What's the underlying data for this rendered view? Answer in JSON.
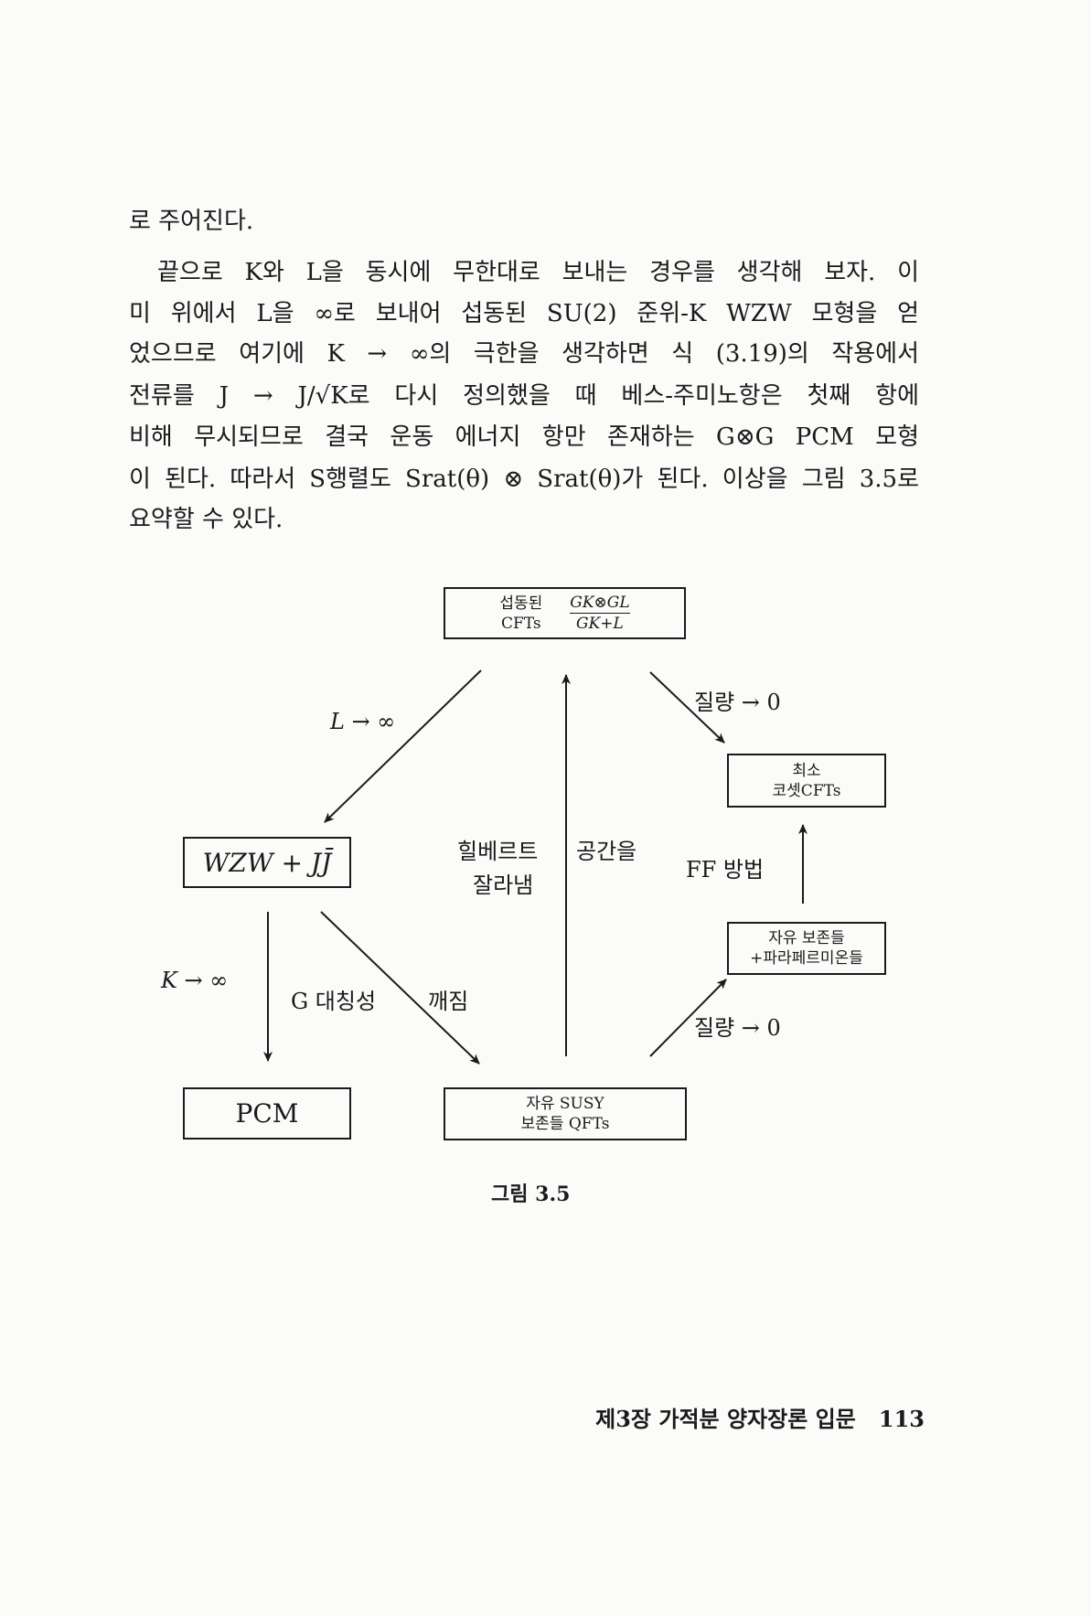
{
  "body_text": {
    "lines": [
      "로 주어진다.",
      "끝으로 K와 L을 동시에 무한대로 보내는 경우를 생각해 보자. 이",
      "미 위에서 L을 ∞로 보내어 섭동된 SU(2) 준위-K WZW 모형을 얻",
      "었으므로 여기에 K → ∞의 극한을 생각하면 식 (3.19)의 작용에서",
      "전류를 J → J/√K로 다시 정의했을 때 베스-주미노항은 첫째 항에",
      "비해 무시되므로 결국 운동 에너지 항만 존재하는 G⊗G PCM 모형",
      "이 된다. 따라서 S행렬도 Srat(θ) ⊗ Srat(θ)가 된다. 이상을 그림 3.5로",
      "요약할 수 있다."
    ]
  },
  "figure": {
    "boxes": {
      "perturbed_cft": {
        "line1": "섭동된",
        "line2": "CFTs",
        "frac_num": "GK⊗GL",
        "frac_den": "GK+L"
      },
      "minimal_coset": {
        "line1": "최소",
        "line2": "코셋CFTs"
      },
      "wzw": {
        "label": "WZW + JJ̄"
      },
      "free_boson_parafermion": {
        "line1": "자유 보존들",
        "line2": "+파라페르미온들"
      },
      "pcm": {
        "label": "PCM"
      },
      "free_susy": {
        "line1": "자유 SUSY",
        "line2": "보존들 QFTs"
      }
    },
    "arrow_labels": {
      "l_inf": "L → ∞",
      "mass_zero_top": "질량 → 0",
      "hilbert_1": "힐베르트",
      "hilbert_2": "공간을",
      "hilbert_3": "잘라냄",
      "ff_method": "FF 방법",
      "k_inf": "K → ∞",
      "g_sym": "G 대칭성",
      "broken": "깨짐",
      "mass_zero_bottom": "질량 → 0"
    },
    "caption": "그림 3.5"
  },
  "footer": {
    "chapter": "제3장 가적분 양자장론 입문",
    "page_number": "113"
  }
}
